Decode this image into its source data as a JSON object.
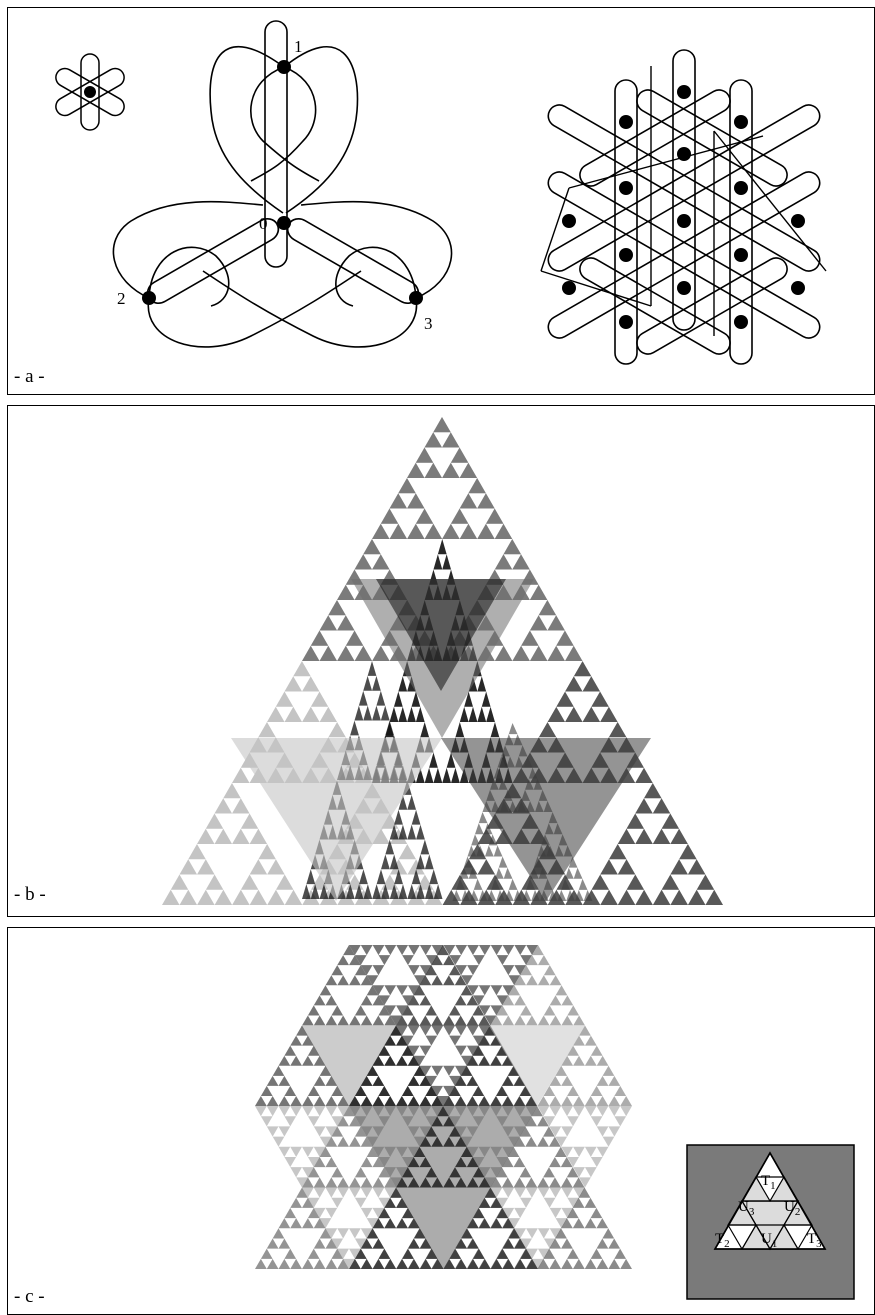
{
  "panels": {
    "a": {
      "label": "- a -",
      "vertex_labels": [
        "1",
        "0",
        "2",
        "3"
      ]
    },
    "b": {
      "label": "- b -"
    },
    "c": {
      "label": "- c -"
    }
  },
  "inset": {
    "labels": [
      {
        "id": "T1",
        "base": "T",
        "sub": "1"
      },
      {
        "id": "U3",
        "base": "U",
        "sub": "3"
      },
      {
        "id": "U2",
        "base": "U",
        "sub": "2"
      },
      {
        "id": "T2",
        "base": "T",
        "sub": "2"
      },
      {
        "id": "U1",
        "base": "U",
        "sub": "1"
      },
      {
        "id": "T3",
        "base": "T",
        "sub": "3"
      }
    ],
    "colors": {
      "background": "#7a7a7a",
      "light": "#dcdcdc",
      "white": "#ffffff"
    }
  },
  "colors": {
    "black": "#111111",
    "dark": "#3d3d3d",
    "mid": "#6e6e6e",
    "light": "#a8a8a8",
    "lighter": "#c4c4c4"
  }
}
